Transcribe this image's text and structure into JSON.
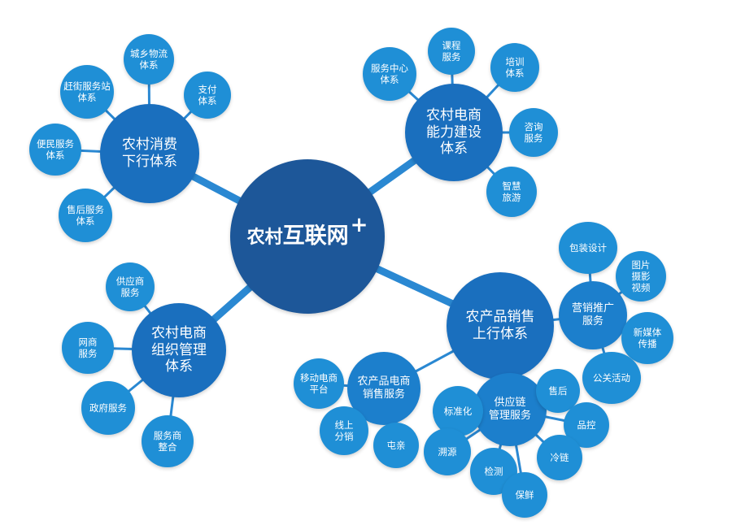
{
  "colors": {
    "center": "#1d5799",
    "hub": "#1a6fbe",
    "sub": "#1c7fcc",
    "leaf": "#1f8fd6",
    "edge": "#2a88d2"
  },
  "center": {
    "prefix": "农村",
    "main": "互联网",
    "plus": "+"
  },
  "hubs": {
    "consumption": "农村消费\n下行体系",
    "capacity": "农村电商\n能力建设\n体系",
    "organization": "农村电商\n组织管理\n体系",
    "sales": "农产品销售\n上行体系"
  },
  "consumption_leaves": [
    "城乡物流\n体系",
    "赶街服务站\n体系",
    "支付\n体系",
    "便民服务\n体系",
    "售后服务\n体系"
  ],
  "capacity_leaves": [
    "课程\n服务",
    "服务中心\n体系",
    "培训\n体系",
    "咨询\n服务",
    "智慧\n旅游"
  ],
  "organization_leaves": [
    "供应商\n服务",
    "网商\n服务",
    "政府服务",
    "服务商\n整合"
  ],
  "sales_branches": {
    "marketing": "营销推广\n服务",
    "ecommerce": "农产品电商\n销售服务",
    "supply": "供应链\n管理服务"
  },
  "marketing_leaves": [
    "包装设计",
    "图片\n摄影\n视频",
    "新媒体\n传播",
    "公关活动"
  ],
  "ecommerce_leaves": [
    "移动电商\n平台",
    "线上\n分销",
    "屯亲"
  ],
  "supply_leaves": [
    "售后",
    "标准化",
    "品控",
    "溯源",
    "冷链",
    "检测",
    "保鲜"
  ]
}
